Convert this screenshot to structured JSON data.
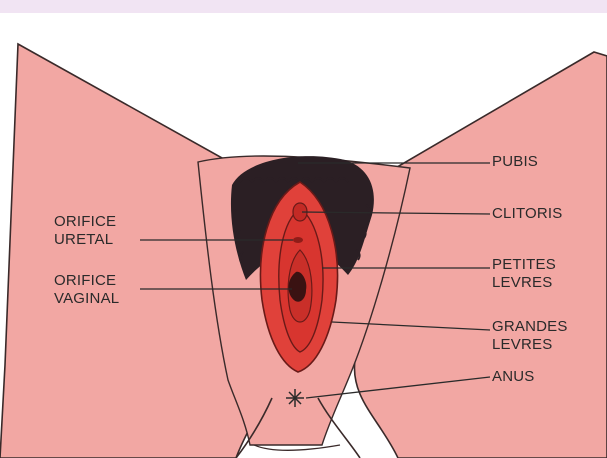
{
  "colors": {
    "skin": "#f2a7a3",
    "skin_outline": "#3a2a2a",
    "vulva": "#e0413a",
    "vulva_dark": "#b8241f",
    "hair": "#2b1f24",
    "background": "#ffffff",
    "top_band": "#f1e4f3"
  },
  "labels": {
    "pubis": "PUBIS",
    "clitoris": "CLITORIS",
    "petites_1": "PETITES",
    "petites_2": "LEVRES",
    "grandes_1": "GRANDES",
    "grandes_2": "LEVRES",
    "anus": "ANUS",
    "orifice_uretal_1": "ORIFICE",
    "orifice_uretal_2": "URETAL",
    "orifice_vaginal_1": "ORIFICE",
    "orifice_vaginal_2": "VAGINAL"
  }
}
